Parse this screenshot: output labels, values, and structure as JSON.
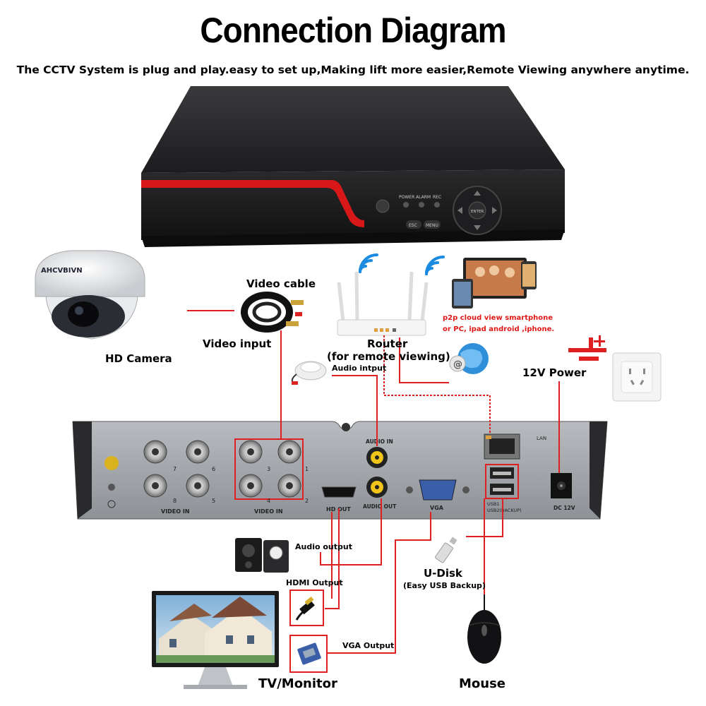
{
  "header": {
    "title": "Connection Diagram",
    "subtitle": "The CCTV System is plug and play.easy to set up,Making lift more easier,Remote Viewing anywhere anytime."
  },
  "labels": {
    "video_cable": "Video cable",
    "video_input": "Video input",
    "hd_camera": "HD Camera",
    "router": "Router",
    "router_note": "(for remote viewing)",
    "audio_input": "Audio intput",
    "p2p_line1": "p2p cloud  view smartphone",
    "p2p_line2": "or PC, ipad android ,iphone.",
    "power": "12V Power",
    "audio_output": "Audio output",
    "hdmi_output": "HDMI Output",
    "vga_output": "VGA Output",
    "udisk": "U-Disk",
    "udisk_note": "(Easy USB Backup)",
    "tv_monitor": "TV/Monitor",
    "mouse": "Mouse"
  },
  "dvr_front": {
    "power": "POWER",
    "alarm": "ALARM",
    "rec": "REC",
    "esc": "ESC",
    "menu": "MENU",
    "enter": "ENTER"
  },
  "dvr_back": {
    "video_in_left": "VIDEO IN",
    "video_in_right": "VIDEO IN",
    "ch_7": "7",
    "ch_6": "6",
    "ch_8": "8",
    "ch_5": "5",
    "ch_3": "3",
    "ch_1": "1",
    "ch_4": "4",
    "ch_2": "2",
    "hd_out": "HD OUT",
    "audio_in": "AUDIO IN",
    "audio_out": "AUDIO OUT",
    "vga": "VGA",
    "lan": "LAN",
    "usb1": "USB1",
    "usb2": "USB2(BACKUP)",
    "dc12v": "DC 12V",
    "camera_brand": "AHCVBIVN"
  },
  "colors": {
    "wire": "#e02020",
    "dvr_panel": "#9a9ea3",
    "dvr_body": "#2b2b2d",
    "accent_red": "#d81818"
  }
}
